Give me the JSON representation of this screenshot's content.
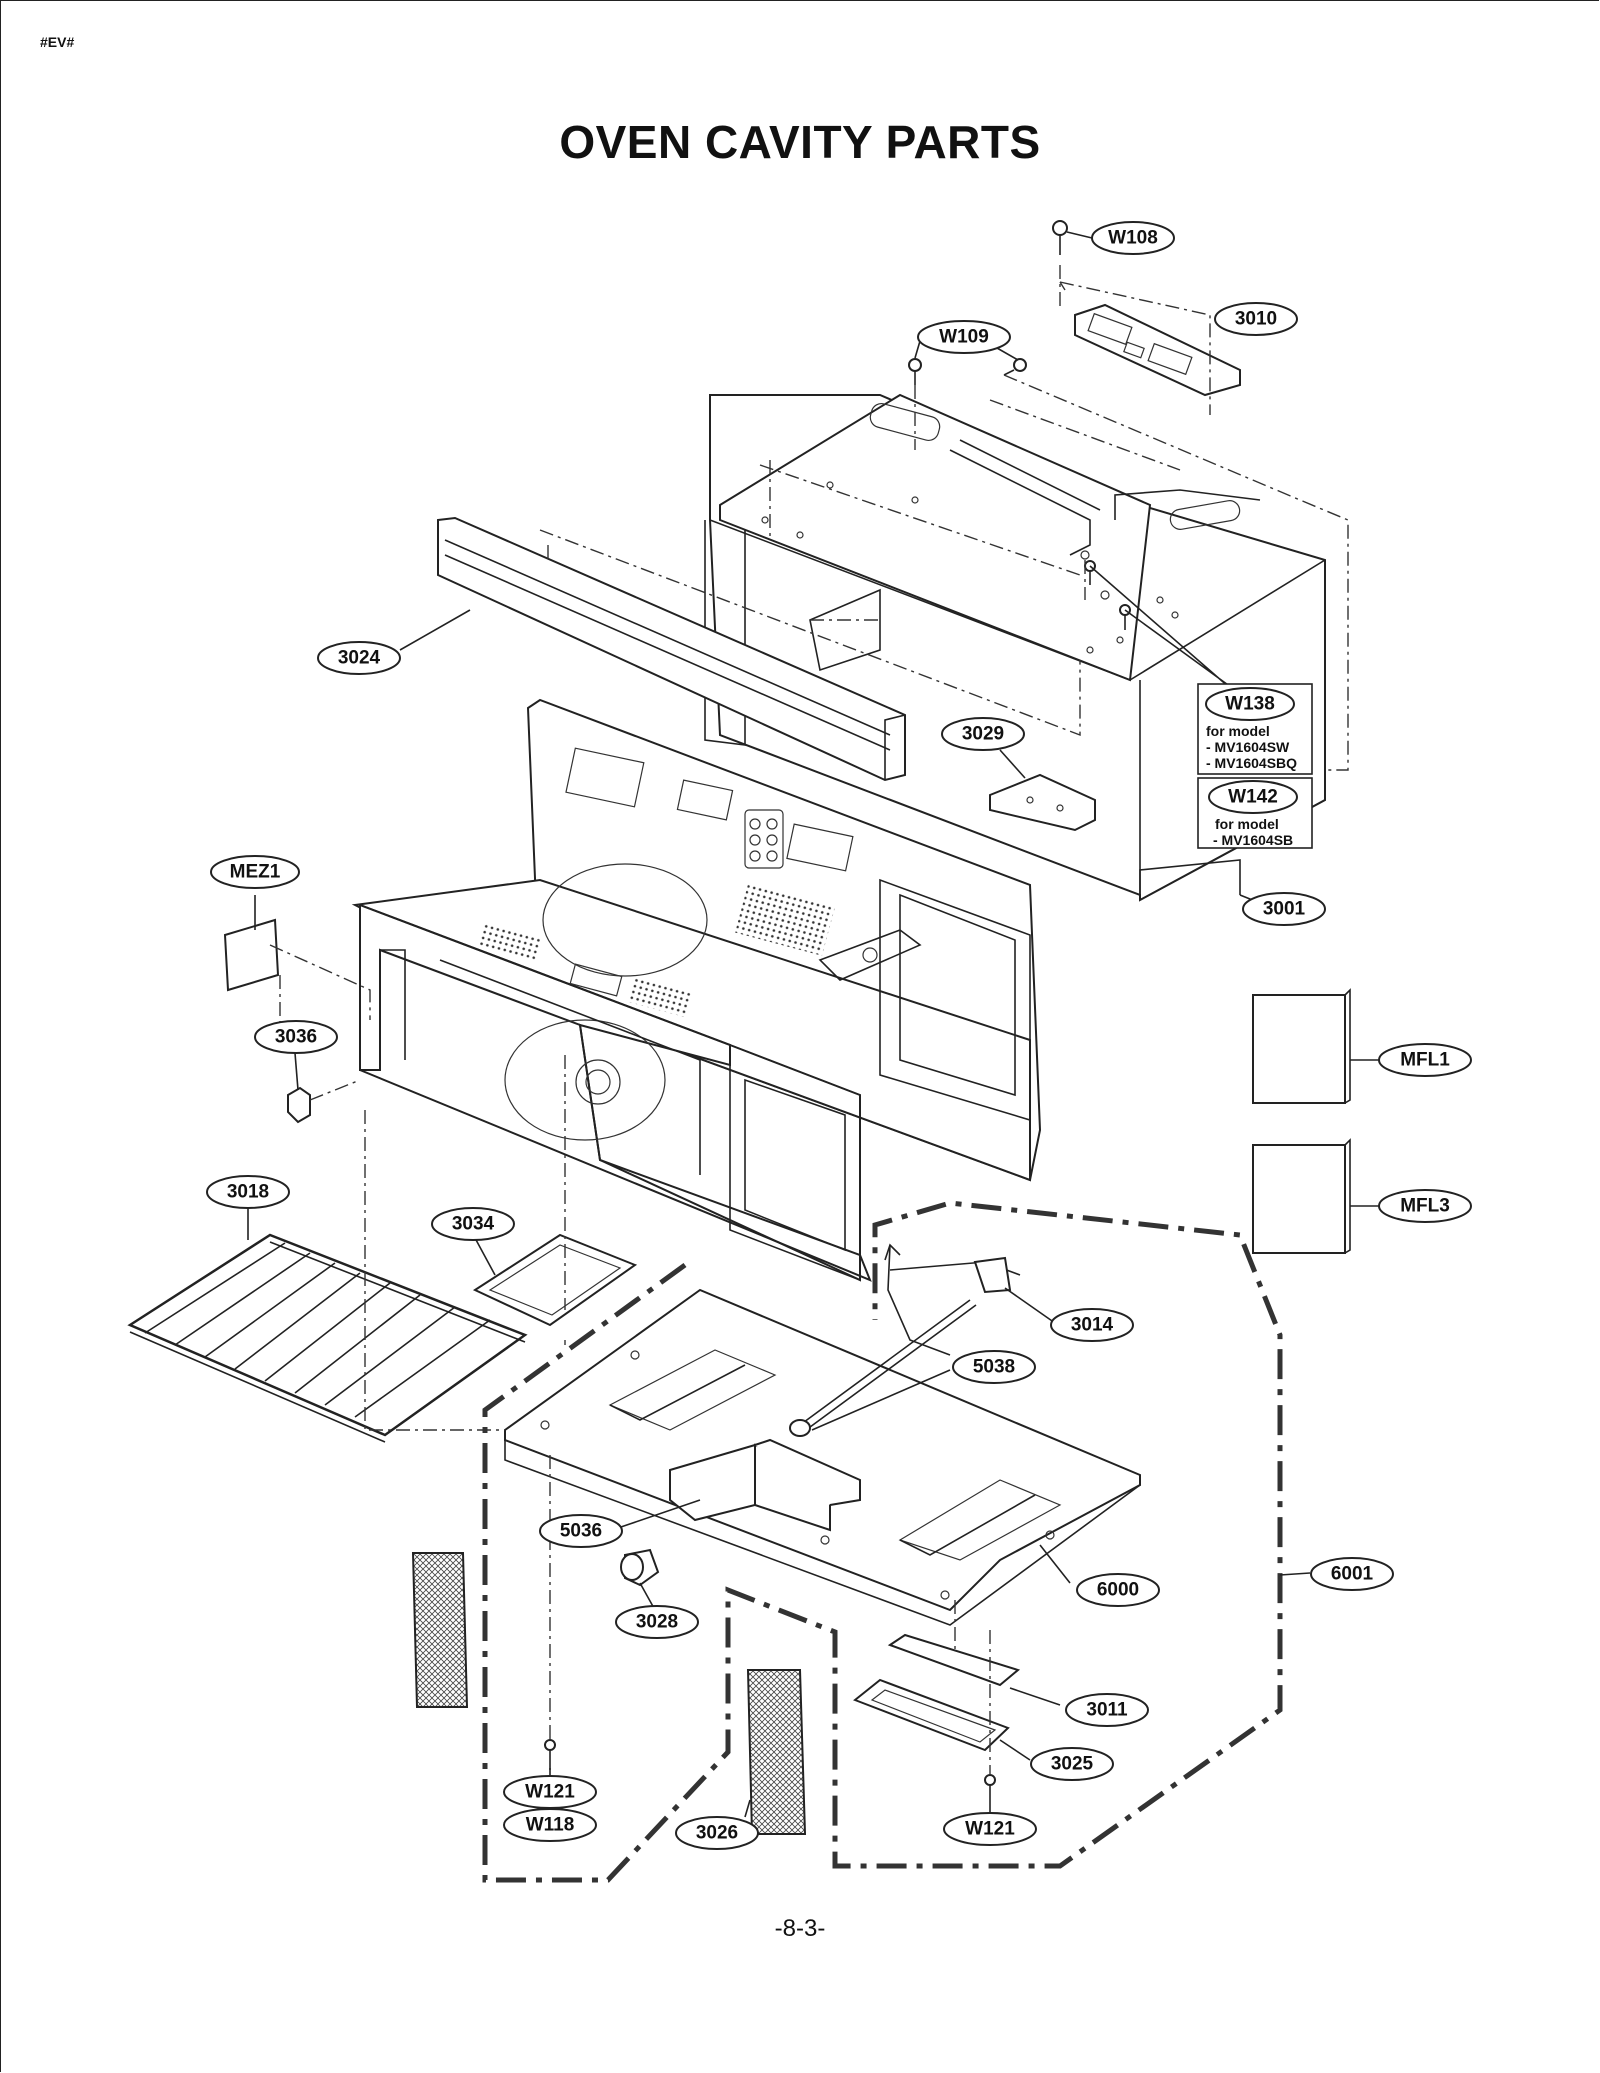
{
  "header": {
    "code": "#EV#",
    "title": "OVEN CAVITY PARTS"
  },
  "footer": {
    "page": "-8-3-"
  },
  "callouts": {
    "w108": "W108",
    "p3010": "3010",
    "w109": "W109",
    "p3024": "3024",
    "w138": "W138",
    "p3029": "3029",
    "w142": "W142",
    "mez1": "MEZ1",
    "p3001": "3001",
    "p3036": "3036",
    "mfl1": "MFL1",
    "p3018": "3018",
    "p3034": "3034",
    "mfl3": "MFL3",
    "p3014": "3014",
    "p5038": "5038",
    "p5036": "5036",
    "p6000": "6000",
    "p6001": "6001",
    "p3028": "3028",
    "p3011": "3011",
    "p3025": "3025",
    "w121a": "W121",
    "w118": "W118",
    "p3026": "3026",
    "w121b": "W121"
  },
  "notes": {
    "w138": {
      "line1": "for model",
      "line2": "- MV1604SW",
      "line3": "- MV1604SBQ"
    },
    "w142": {
      "line1": "for model",
      "line2": "- MV1604SB"
    }
  }
}
